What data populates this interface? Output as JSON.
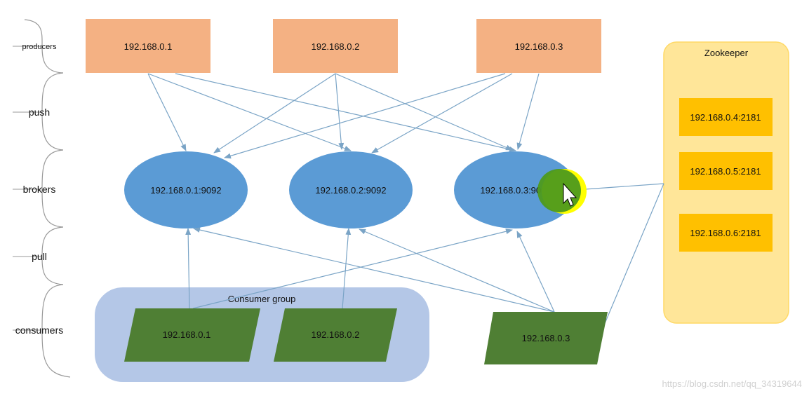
{
  "colors": {
    "producer_fill": "#f4b183",
    "broker_fill": "#5b9bd5",
    "consumer_fill": "#4f7f34",
    "consumer_group_fill": "#b4c7e7",
    "zookeeper_fill": "#ffe699",
    "zookeeper_border": "#ffd966",
    "zk_node_fill": "#ffc000",
    "arrow": "#7aa4c6",
    "brace": "#999999"
  },
  "layers": {
    "producers": "producers",
    "push": "push",
    "brokers": "brokers",
    "pull": "pull",
    "consumers": "consumers"
  },
  "producers": [
    "192.168.0.1",
    "192.168.0.2",
    "192.168.0.3"
  ],
  "brokers": [
    "192.168.0.1:9092",
    "192.168.0.2:9092",
    "192.168.0.3:9092"
  ],
  "consumer_group": {
    "label": "Consumer group",
    "members": [
      "192.168.0.1",
      "192.168.0.2"
    ]
  },
  "standalone_consumer": "192.168.0.3",
  "zookeeper": {
    "title": "Zookeeper",
    "nodes": [
      "192.168.0.4:2181",
      "192.168.0.5:2181",
      "192.168.0.6:2181"
    ]
  },
  "watermark": "https://blog.csdn.net/qq_34319644"
}
